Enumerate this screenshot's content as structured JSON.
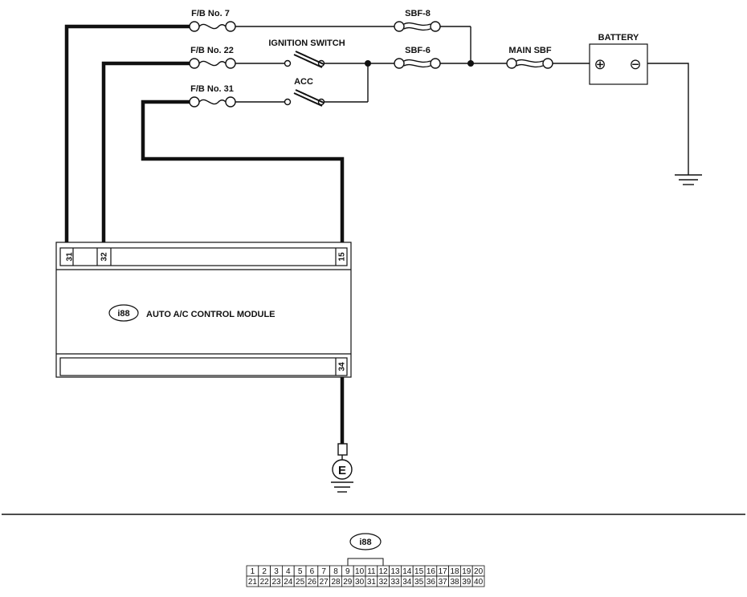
{
  "fuses": {
    "fb7": "F/B No. 7",
    "fb22": "F/B No. 22",
    "fb31": "F/B No. 31",
    "sbf8": "SBF-8",
    "sbf6": "SBF-6",
    "main_sbf": "MAIN SBF"
  },
  "switches": {
    "ignition": "IGNITION SWITCH",
    "acc": "ACC"
  },
  "battery": {
    "label": "BATTERY",
    "plus": "⊕",
    "minus": "⊖"
  },
  "module": {
    "connector_id": "i88",
    "name": "AUTO A/C CONTROL MODULE",
    "pins": {
      "p31": "31",
      "p32": "32",
      "p15": "15",
      "p34": "34"
    }
  },
  "ground": {
    "label": "E"
  },
  "connector_view": {
    "id": "i88",
    "row1": [
      "1",
      "2",
      "3",
      "4",
      "5",
      "6",
      "7",
      "8",
      "9",
      "10",
      "11",
      "12",
      "13",
      "14",
      "15",
      "16",
      "17",
      "18",
      "19",
      "20"
    ],
    "row2": [
      "21",
      "22",
      "23",
      "24",
      "25",
      "26",
      "27",
      "28",
      "29",
      "30",
      "31",
      "32",
      "33",
      "34",
      "35",
      "36",
      "37",
      "38",
      "39",
      "40"
    ]
  }
}
